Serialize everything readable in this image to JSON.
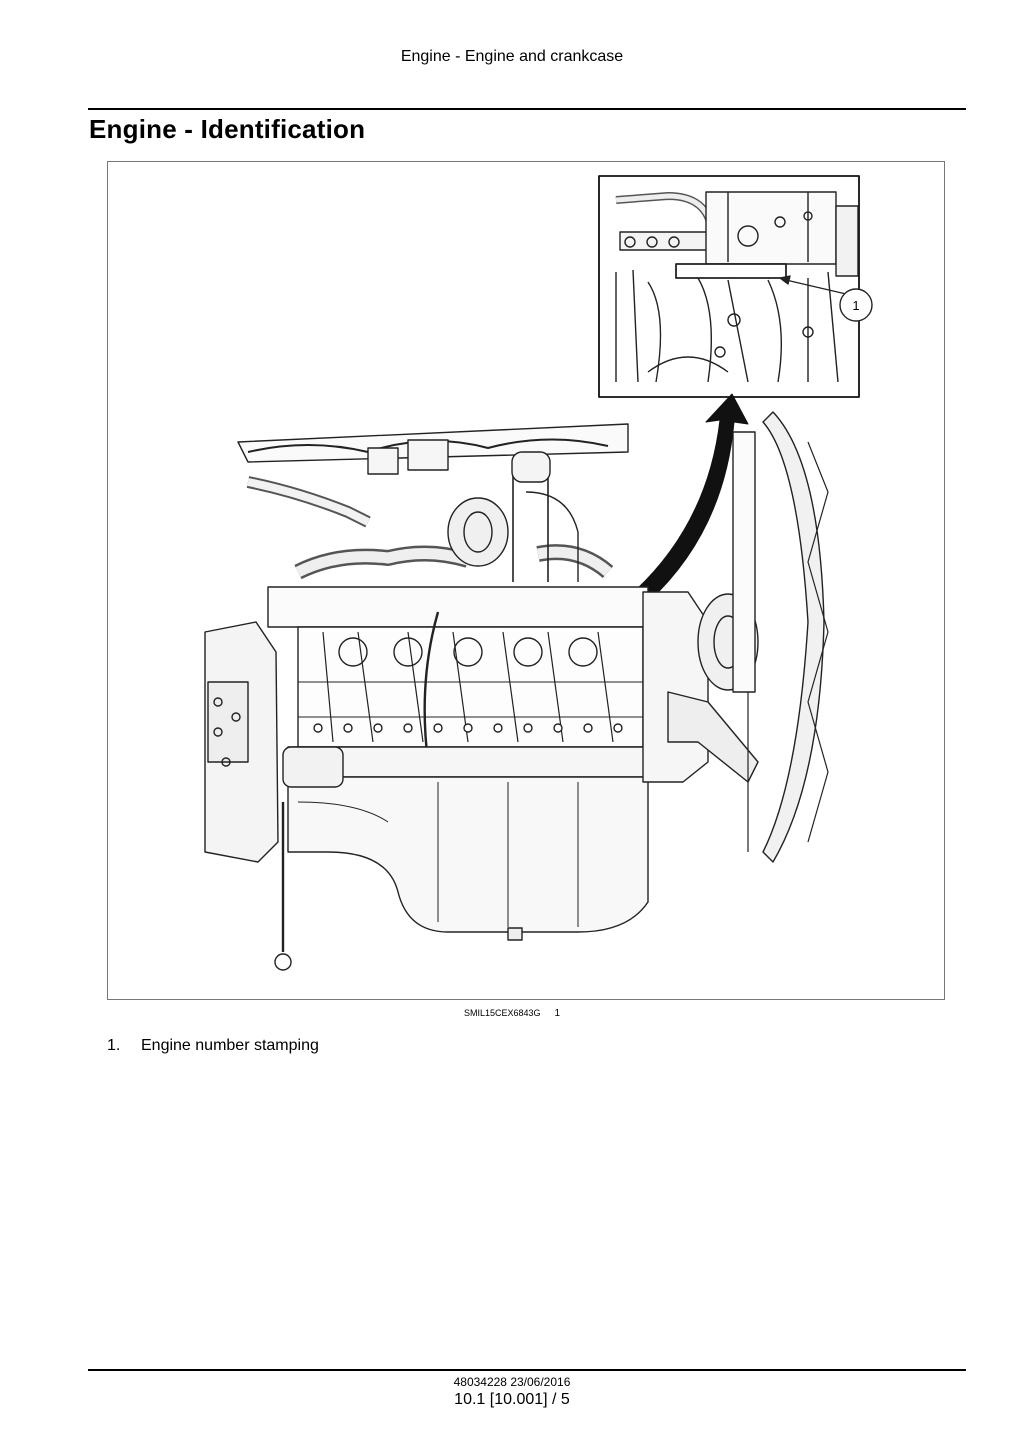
{
  "header": {
    "running_title": "Engine - Engine and crankcase"
  },
  "section": {
    "title": "Engine - Identification"
  },
  "figure": {
    "callout_number": "1",
    "caption_code": "SMIL15CEX6843G",
    "caption_ref": "1"
  },
  "legend": {
    "items": [
      {
        "number": "1.",
        "label": "Engine number stamping"
      }
    ]
  },
  "footer": {
    "doc_code": "48034228 23/06/2016",
    "page_ref": "10.1 [10.001] / 5"
  }
}
